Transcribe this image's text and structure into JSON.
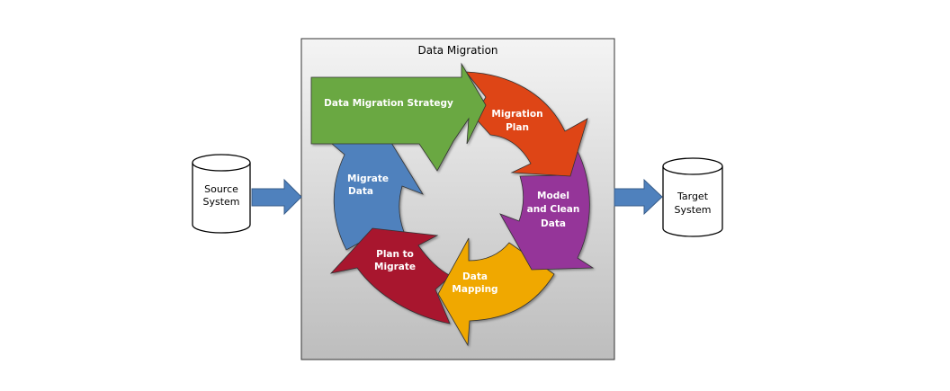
{
  "title": "Data Migration",
  "source": {
    "line1": "Source",
    "line2": "System"
  },
  "target": {
    "line1": "Target",
    "line2": "System"
  },
  "steps": [
    {
      "id": "strategy",
      "lines": [
        "Data Migration Strategy"
      ],
      "color": "#6aa843"
    },
    {
      "id": "plan",
      "lines": [
        "Migration",
        "Plan"
      ],
      "color": "#de4514"
    },
    {
      "id": "model",
      "lines": [
        "Model",
        "and Clean",
        "Data"
      ],
      "color": "#953499"
    },
    {
      "id": "mapping",
      "lines": [
        "Data",
        "Mapping"
      ],
      "color": "#f0a800"
    },
    {
      "id": "plan-migrate",
      "lines": [
        "Plan to",
        "Migrate"
      ],
      "color": "#a8122f"
    },
    {
      "id": "migrate",
      "lines": [
        "Migrate",
        "Data"
      ],
      "color": "#4f81bd"
    }
  ],
  "colors": {
    "flow_arrow": "#4f81bd",
    "panel_top": "#f2f2f2",
    "panel_bottom": "#bfbfbf"
  }
}
